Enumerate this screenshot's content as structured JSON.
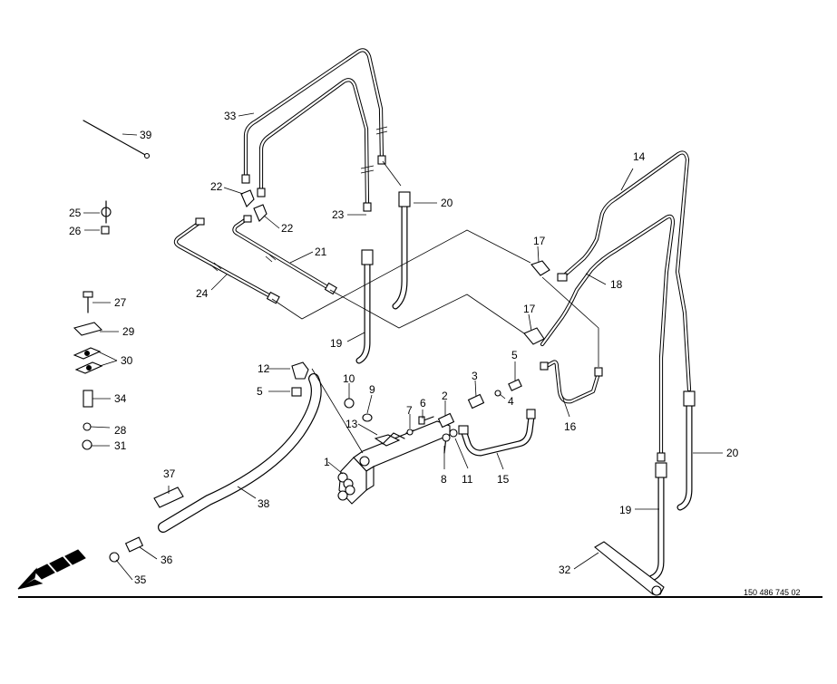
{
  "diagram": {
    "document_number": "150 486 745 02",
    "callouts": [
      {
        "id": "c1",
        "label": "1"
      },
      {
        "id": "c2",
        "label": "2"
      },
      {
        "id": "c3",
        "label": "3"
      },
      {
        "id": "c4",
        "label": "4"
      },
      {
        "id": "c5a",
        "label": "5"
      },
      {
        "id": "c5b",
        "label": "5"
      },
      {
        "id": "c6",
        "label": "6"
      },
      {
        "id": "c7",
        "label": "7"
      },
      {
        "id": "c8",
        "label": "8"
      },
      {
        "id": "c9",
        "label": "9"
      },
      {
        "id": "c10",
        "label": "10"
      },
      {
        "id": "c11",
        "label": "11"
      },
      {
        "id": "c12",
        "label": "12"
      },
      {
        "id": "c13",
        "label": "13"
      },
      {
        "id": "c14",
        "label": "14"
      },
      {
        "id": "c15",
        "label": "15"
      },
      {
        "id": "c16",
        "label": "16"
      },
      {
        "id": "c17a",
        "label": "17"
      },
      {
        "id": "c17b",
        "label": "17"
      },
      {
        "id": "c18",
        "label": "18"
      },
      {
        "id": "c19a",
        "label": "19"
      },
      {
        "id": "c19b",
        "label": "19"
      },
      {
        "id": "c20a",
        "label": "20"
      },
      {
        "id": "c20b",
        "label": "20"
      },
      {
        "id": "c21",
        "label": "21"
      },
      {
        "id": "c22a",
        "label": "22"
      },
      {
        "id": "c22b",
        "label": "22"
      },
      {
        "id": "c23",
        "label": "23"
      },
      {
        "id": "c24",
        "label": "24"
      },
      {
        "id": "c25",
        "label": "25"
      },
      {
        "id": "c26",
        "label": "26"
      },
      {
        "id": "c27",
        "label": "27"
      },
      {
        "id": "c28",
        "label": "28"
      },
      {
        "id": "c29",
        "label": "29"
      },
      {
        "id": "c30",
        "label": "30"
      },
      {
        "id": "c31",
        "label": "31"
      },
      {
        "id": "c32",
        "label": "32"
      },
      {
        "id": "c33",
        "label": "33"
      },
      {
        "id": "c34",
        "label": "34"
      },
      {
        "id": "c35",
        "label": "35"
      },
      {
        "id": "c36",
        "label": "36"
      },
      {
        "id": "c37",
        "label": "37"
      },
      {
        "id": "c38",
        "label": "38"
      },
      {
        "id": "c39",
        "label": "39"
      }
    ]
  }
}
